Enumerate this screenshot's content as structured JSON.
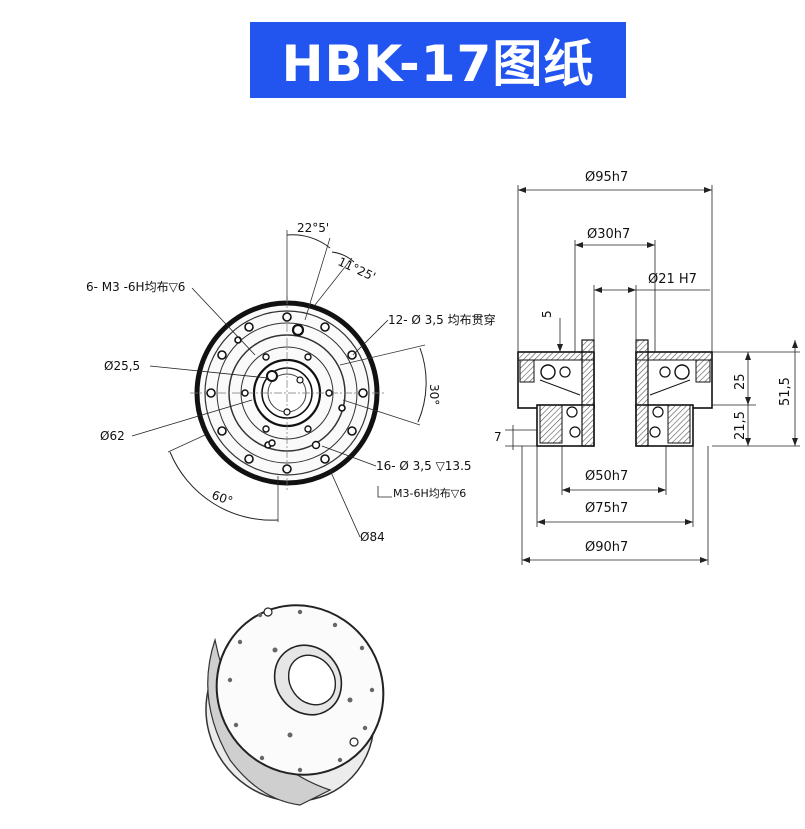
{
  "title": "HBK-17图纸",
  "colors": {
    "banner": "#2255f0",
    "banner_text": "#ffffff",
    "line": "#222222",
    "hatch": "#6a6a6a"
  },
  "front_view": {
    "angle_a": "22°5'",
    "angle_b": "11°25'",
    "thread_holes": "6- M3 -6H均布▽6",
    "through_holes": "12- Ø 3,5 均布贯穿",
    "dia_inner": "Ø25,5",
    "dia_mid": "Ø62",
    "angle_30": "30°",
    "angle_60": "60°",
    "holes_16": "16- Ø 3,5 ▽13.5",
    "holes_16_sub": "M3-6H均布▽6",
    "dia_84": "Ø84"
  },
  "section_view": {
    "dia_95": "Ø95h7",
    "dia_30": "Ø30h7",
    "dia_21": "Ø21 H7",
    "dim_5": "5",
    "dim_25": "25",
    "dim_51_5": "51,5",
    "dim_21_5": "21,5",
    "dim_7": "7",
    "dia_50": "Ø50h7",
    "dia_75": "Ø75h7",
    "dia_90": "Ø90h7"
  }
}
